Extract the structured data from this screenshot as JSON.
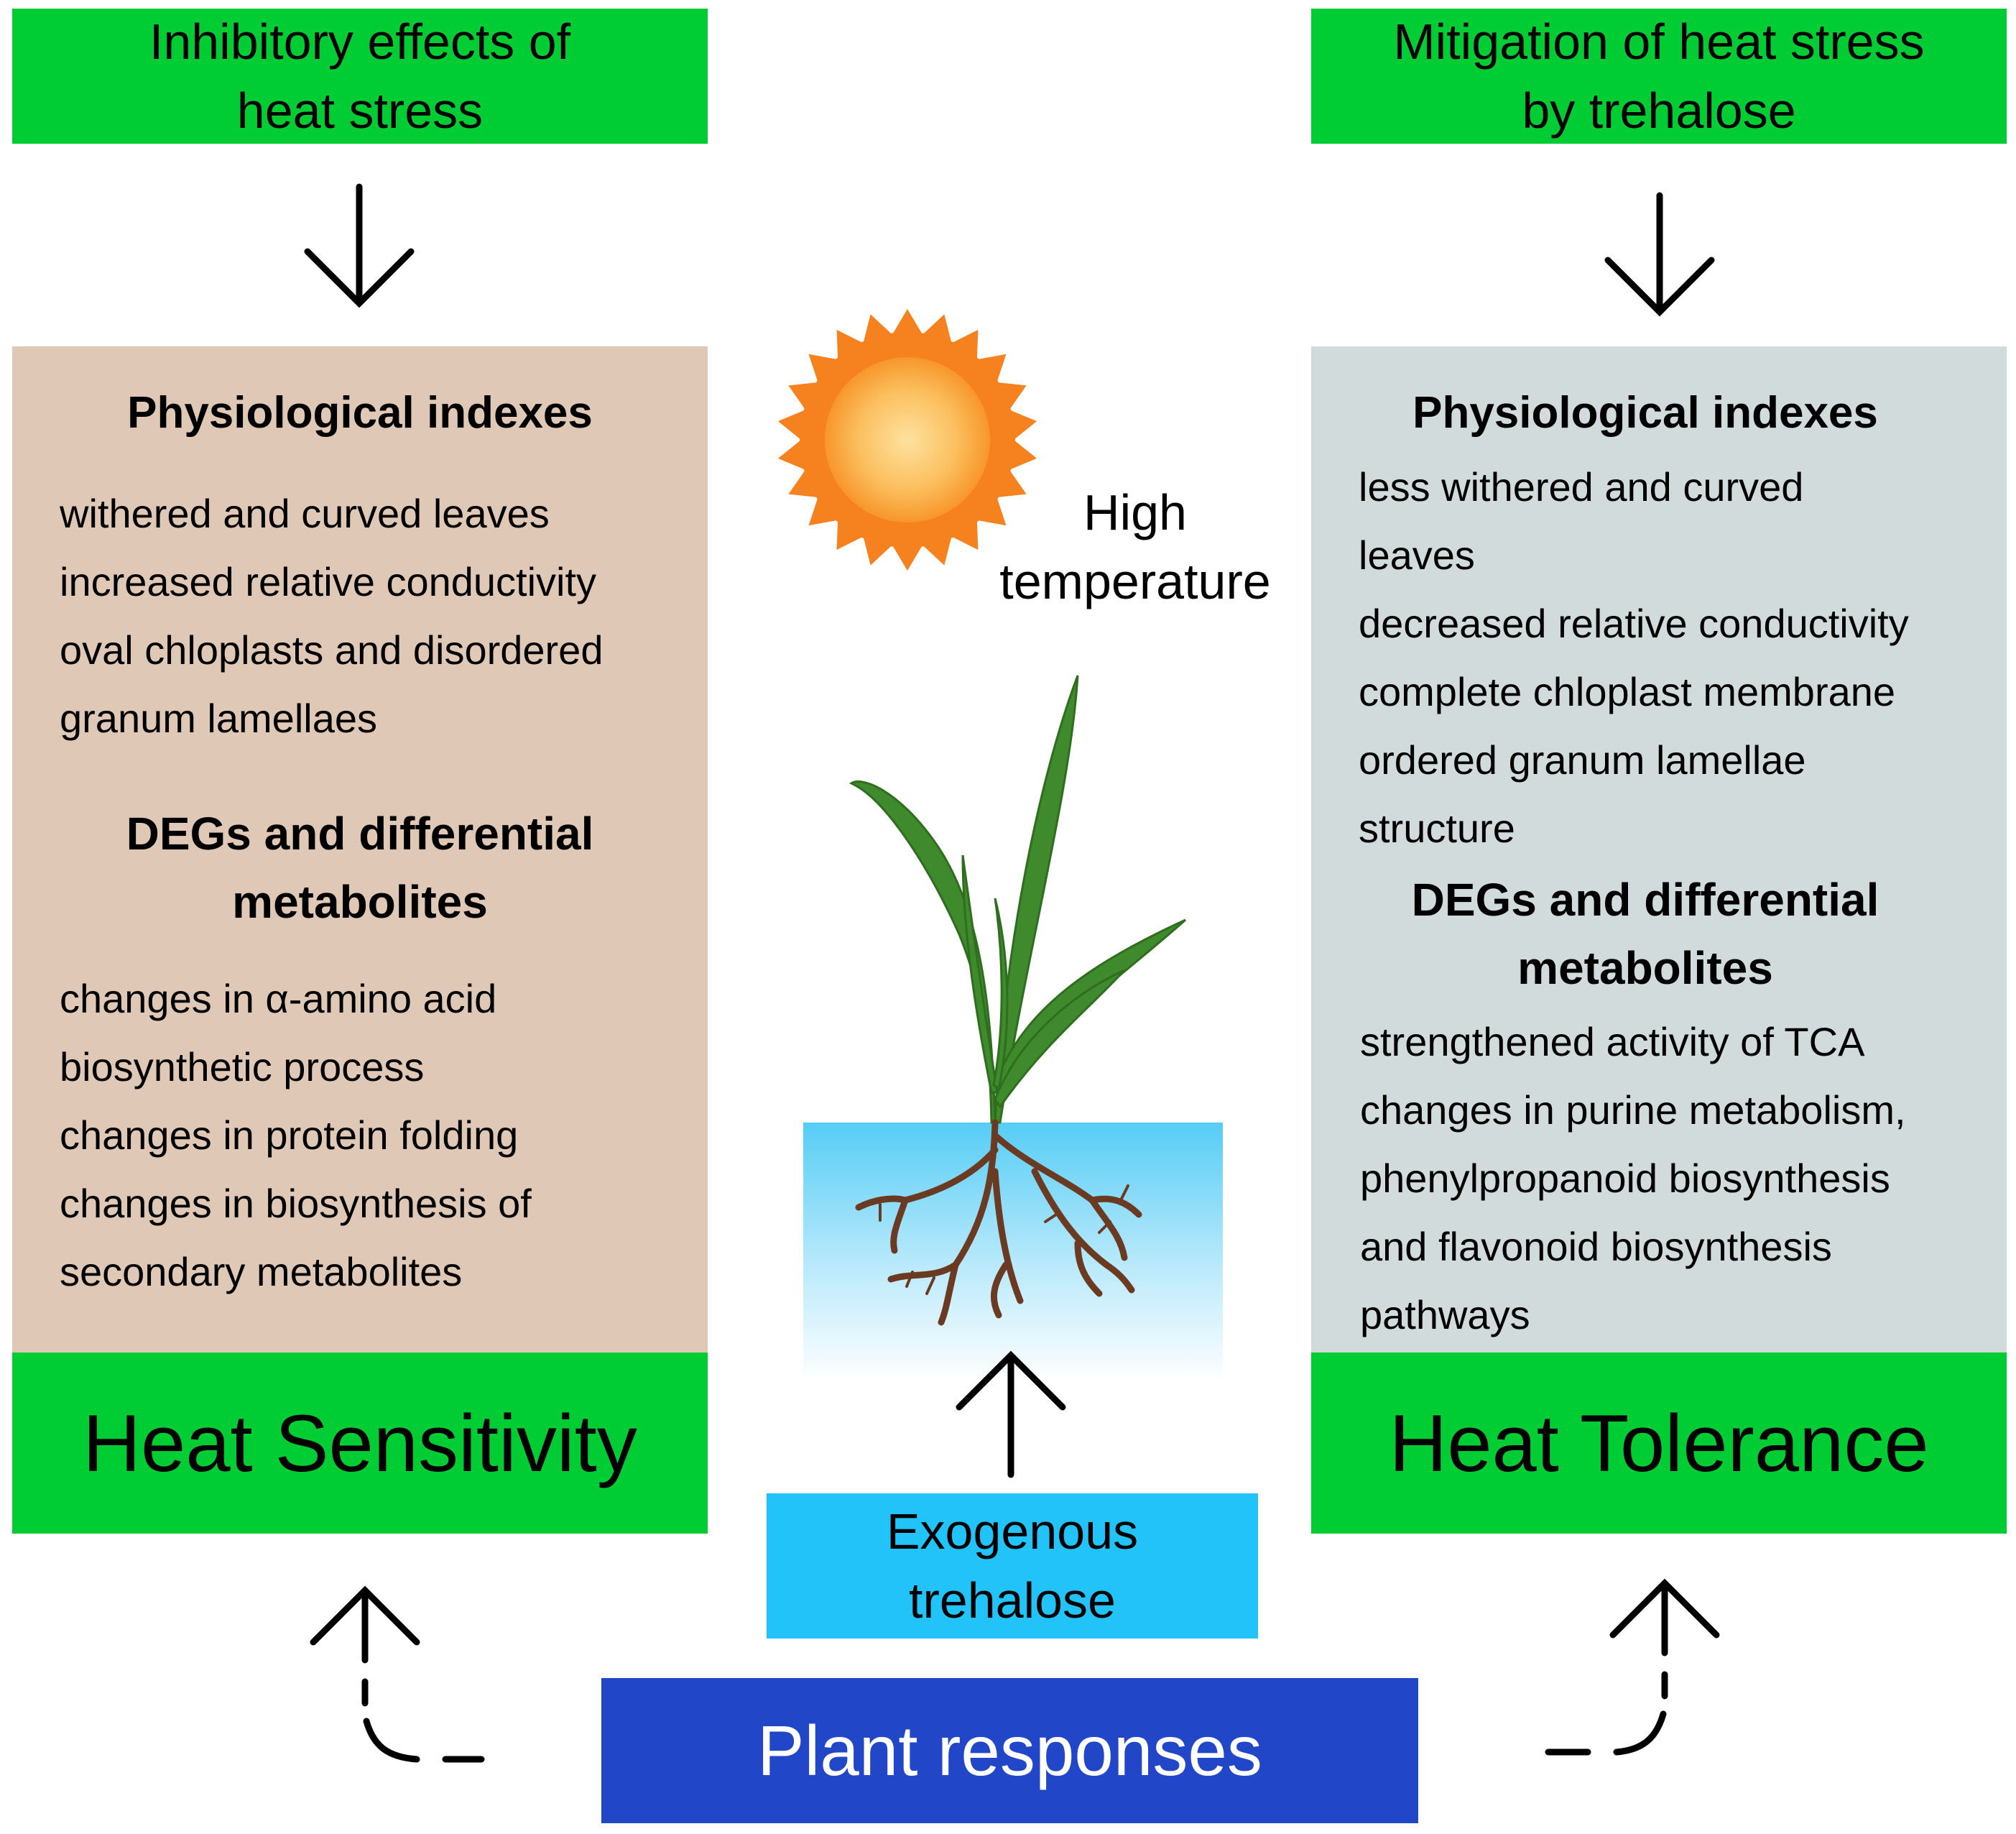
{
  "left": {
    "header": [
      "Inhibitory effects of",
      "heat stress"
    ],
    "physio_heading": "Physiological indexes",
    "physio_items": [
      "withered and curved leaves",
      "increased relative conductivity",
      "oval chloplasts and disordered",
      "granum lamellaes"
    ],
    "degs_heading": [
      "DEGs and differential",
      "metabolites"
    ],
    "degs_items": [
      "changes in α-amino acid",
      "biosynthetic process",
      "changes in protein folding",
      "changes in biosynthesis of",
      "secondary metabolites"
    ],
    "outcome": "Heat Sensitivity"
  },
  "right": {
    "header": [
      "Mitigation of heat stress",
      "by trehalose"
    ],
    "physio_heading": "Physiological indexes",
    "physio_items": [
      "less withered and curved",
      "leaves",
      "decreased relative conductivity",
      "complete chloplast membrane",
      "ordered granum lamellae",
      "structure"
    ],
    "degs_heading": [
      "DEGs and differential",
      "metabolites"
    ],
    "degs_items": [
      "strengthened activity of TCA",
      "changes in purine metabolism,",
      "phenylpropanoid biosynthesis",
      "and flavonoid biosynthesis",
      "pathways"
    ],
    "outcome": "Heat Tolerance"
  },
  "center": {
    "high_temp": [
      "High",
      "temperature"
    ],
    "trehalose": [
      "Exogenous",
      "trehalose"
    ],
    "plant_responses": "Plant responses"
  },
  "colors": {
    "green": "#00cc33",
    "left_panel": "#e0c8b7",
    "right_panel": "#d2dbdb",
    "blue_box": "#2146c7",
    "cyan_box": "#22c3f8",
    "sun": "#f5821f",
    "leaf": "#3f8a2c",
    "root": "#6b3a22"
  },
  "icons": [
    "sun-icon",
    "plant-illustration",
    "arrow-down-icon",
    "arrow-up-icon",
    "dashed-bent-arrow-icon"
  ]
}
